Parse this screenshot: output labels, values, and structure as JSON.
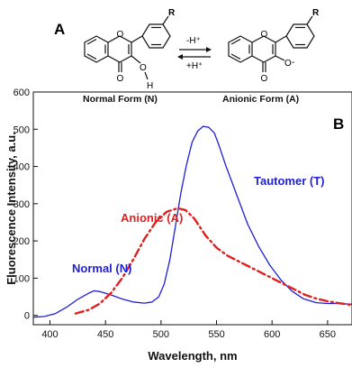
{
  "scheme": {
    "panel_letter": "A",
    "normal_caption": "Normal Form (N)",
    "anionic_caption": "Anionic Form (A)",
    "forward_label": "-H⁺",
    "reverse_label": "+H⁺",
    "atoms": {
      "r_group": "R",
      "ring_oxygen": "O",
      "keto_oxygen": "O",
      "hydroxyl_oxygen": "O",
      "hydroxyl_hydrogen": "H",
      "anion_oxygen": "O",
      "charge": "-"
    }
  },
  "chart_data": {
    "type": "line",
    "panel_letter": "B",
    "xlabel": "Wavelength, nm",
    "ylabel": "Fluorescence Intensity, a.u.",
    "xlim": [
      385,
      672
    ],
    "ylim": [
      -25,
      600
    ],
    "xticks": [
      400,
      450,
      500,
      550,
      600,
      650
    ],
    "yticks": [
      0,
      100,
      200,
      300,
      400,
      500,
      600
    ],
    "grid": false,
    "legend": "none (curves labeled directly)",
    "series": [
      {
        "name": "Normal (N)",
        "color": "#1f1fd6",
        "style": "solid",
        "x": [
          385,
          395,
          405,
          415,
          425,
          435,
          440,
          445,
          455,
          465,
          475,
          485,
          492,
          498,
          503,
          508,
          513,
          518,
          523,
          528,
          533,
          538,
          543,
          548,
          553,
          558,
          563,
          568,
          573,
          578,
          588,
          598,
          608,
          618,
          628,
          640,
          650,
          660,
          672
        ],
        "y": [
          -5,
          -3,
          5,
          22,
          43,
          60,
          66,
          64,
          55,
          44,
          36,
          33,
          36,
          50,
          85,
          150,
          240,
          330,
          405,
          465,
          495,
          508,
          505,
          490,
          450,
          405,
          365,
          325,
          285,
          245,
          185,
          135,
          95,
          65,
          45,
          34,
          32,
          32,
          30
        ]
      },
      {
        "name": "Anionic (A)",
        "color": "#e02020",
        "style": "dash-dot",
        "x": [
          423,
          435,
          445,
          455,
          465,
          475,
          485,
          495,
          505,
          515,
          522,
          530,
          540,
          550,
          560,
          570,
          580,
          590,
          600,
          610,
          620,
          630,
          640,
          650,
          660,
          672
        ],
        "y": [
          5,
          15,
          32,
          60,
          100,
          150,
          205,
          250,
          278,
          288,
          283,
          260,
          215,
          182,
          160,
          145,
          130,
          115,
          100,
          85,
          70,
          55,
          45,
          38,
          33,
          28
        ]
      }
    ],
    "annotations": [
      {
        "text": "Normal (N)",
        "color": "#1f1fd6"
      },
      {
        "text": "Anionic (A)",
        "color": "#e02020"
      },
      {
        "text": "Tautomer (T)",
        "color": "#1f1fd6"
      }
    ]
  }
}
